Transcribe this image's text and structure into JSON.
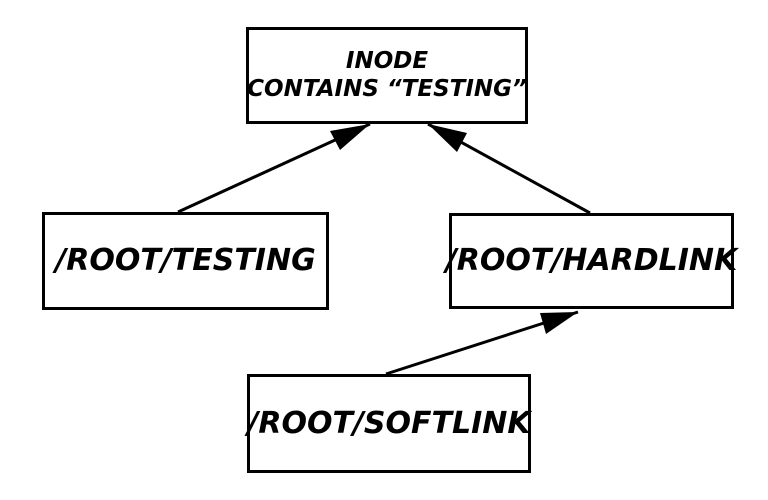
{
  "nodes": {
    "inode": {
      "line1": "INODE",
      "line2": "CONTAINS “TESTING”"
    },
    "testing": {
      "label": "/ROOT/TESTING"
    },
    "hardlink": {
      "label": "/ROOT/HARDLINK"
    },
    "softlink": {
      "label": "/ROOT/SOFTLINK"
    }
  },
  "edges": [
    {
      "from": "testing",
      "to": "inode"
    },
    {
      "from": "hardlink",
      "to": "inode"
    },
    {
      "from": "softlink",
      "to": "hardlink"
    }
  ],
  "colors": {
    "stroke": "#000000",
    "background": "#ffffff"
  }
}
